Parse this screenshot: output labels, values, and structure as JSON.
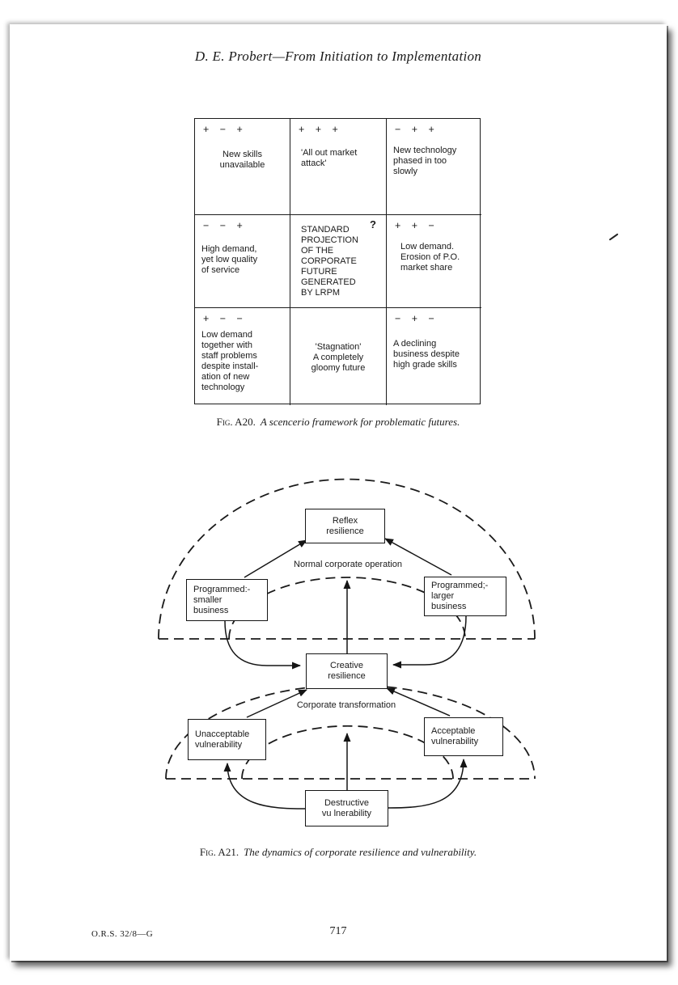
{
  "page": {
    "header_title": "D. E. Probert—From Initiation to Implementation",
    "footer_left": "O.R.S. 32/8—G",
    "page_number": "717"
  },
  "fig_a20": {
    "caption_label": "Fig. A20.",
    "caption_text": "A scencerio framework for problematic futures.",
    "question_mark": "?",
    "cells": [
      {
        "signs": "+ − +",
        "text": "New skills\nunavailable"
      },
      {
        "signs": "+ + +",
        "text": "'All out market\nattack'"
      },
      {
        "signs": "− + +",
        "text": "New technology\nphased in too\nslowly"
      },
      {
        "signs": "− − +",
        "text": "High demand,\nyet low quality\nof service"
      },
      {
        "signs": "",
        "text": "STANDARD\nPROJECTION\nOF THE\nCORPORATE\nFUTURE\nGENERATED\nBY LRPM"
      },
      {
        "signs": "+ + −",
        "text": "Low demand.\nErosion of P.O.\nmarket share"
      },
      {
        "signs": "+ − −",
        "text": "Low demand\ntogether with\nstaff problems\ndespite install-\nation of new\ntechnology"
      },
      {
        "signs": "",
        "text": "'Stagnation'\nA completely\ngloomy future"
      },
      {
        "signs": "− + −",
        "text": "A declining\nbusiness despite\nhigh grade skills"
      }
    ]
  },
  "fig_a21": {
    "caption_label": "Fig. A21.",
    "caption_text": "The dynamics of corporate resilience and vulnerability.",
    "labels": {
      "upper_region": "Normal corporate operation",
      "lower_region": "Corporate transformation"
    },
    "boxes": {
      "reflex": "Reflex\nresilience",
      "programmed_smaller": "Programmed:-\nsmaller\nbusiness",
      "programmed_larger": "Programmed;-\nlarger\nbusiness",
      "creative": "Creative\nresilience",
      "unacceptable": "Unacceptable\nvulnerability",
      "acceptable": "Acceptable\nvulnerability",
      "destructive": "Destructive\nvu lnerability"
    }
  }
}
